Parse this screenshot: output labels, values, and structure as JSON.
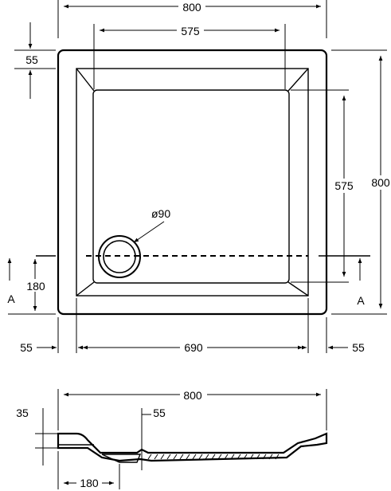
{
  "plan_view": {
    "overall_width": "800",
    "inner_top_width": "575",
    "rim_top": "55",
    "inner_depth": "575",
    "overall_depth": "800",
    "drain_diameter": "ø90",
    "drain_offset": "180",
    "section_mark_left": "A",
    "section_mark_right": "A",
    "rim_left": "55",
    "inner_width": "690",
    "rim_right": "55"
  },
  "section_view": {
    "overall_width": "800",
    "rim_height": "35",
    "depth": "55",
    "drain_offset": "180"
  }
}
